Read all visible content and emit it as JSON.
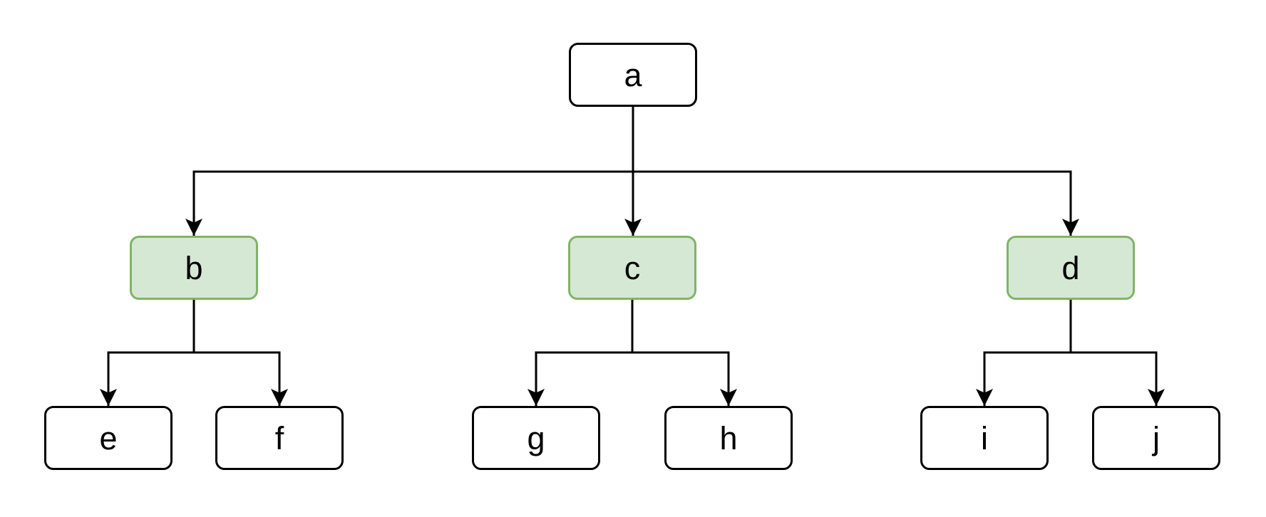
{
  "diagram": {
    "type": "tree",
    "background": "#ffffff",
    "colors": {
      "node_fill": "#ffffff",
      "node_border": "#000000",
      "highlight_fill": "#d5e8d4",
      "highlight_border": "#82b366",
      "edge": "#000000",
      "text": "#000000"
    },
    "nodes": [
      {
        "id": "a",
        "label": "a",
        "highlighted": false
      },
      {
        "id": "b",
        "label": "b",
        "highlighted": true
      },
      {
        "id": "c",
        "label": "c",
        "highlighted": true
      },
      {
        "id": "d",
        "label": "d",
        "highlighted": true
      },
      {
        "id": "e",
        "label": "e",
        "highlighted": false
      },
      {
        "id": "f",
        "label": "f",
        "highlighted": false
      },
      {
        "id": "g",
        "label": "g",
        "highlighted": false
      },
      {
        "id": "h",
        "label": "h",
        "highlighted": false
      },
      {
        "id": "i",
        "label": "i",
        "highlighted": false
      },
      {
        "id": "j",
        "label": "j",
        "highlighted": false
      }
    ],
    "edges": [
      [
        "a",
        "b"
      ],
      [
        "a",
        "c"
      ],
      [
        "a",
        "d"
      ],
      [
        "b",
        "e"
      ],
      [
        "b",
        "f"
      ],
      [
        "c",
        "g"
      ],
      [
        "c",
        "h"
      ],
      [
        "d",
        "i"
      ],
      [
        "d",
        "j"
      ]
    ]
  }
}
